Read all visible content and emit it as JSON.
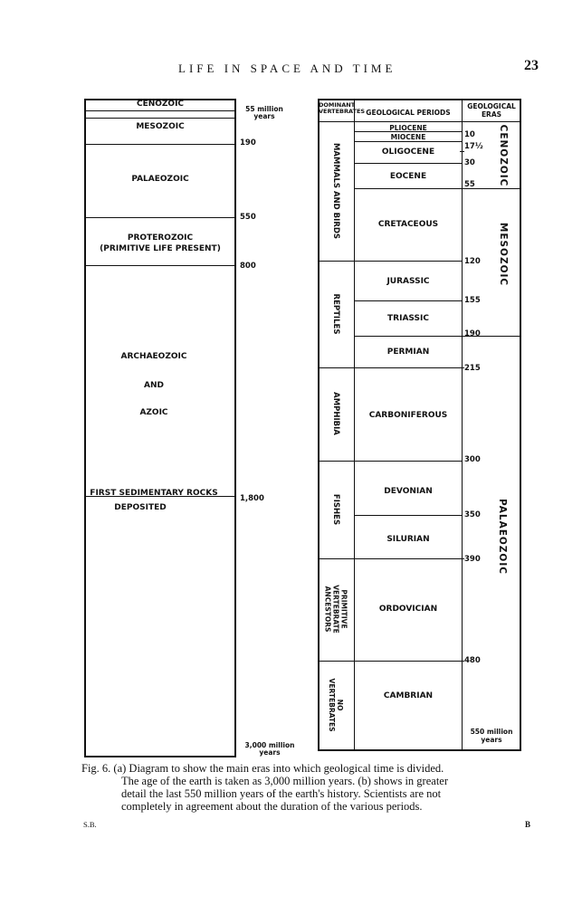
{
  "page": {
    "running_head": "LIFE IN SPACE AND TIME",
    "page_number": "23",
    "footer_left": "S.B.",
    "footer_right": "B"
  },
  "diagram_a": {
    "top_label": "55 million years",
    "eras": [
      {
        "name": "CENOZOIC"
      },
      {
        "name": "MESOZOIC"
      },
      {
        "name": "PALAEOZOIC"
      },
      {
        "name": "PROTEROZOIC",
        "note": "(PRIMITIVE LIFE PRESENT)"
      },
      {
        "name": "ARCHAEOZOIC",
        "and": "AND",
        "name2": "AZOIC"
      }
    ],
    "rocks_label": "FIRST SEDIMENTARY ROCKS",
    "rocks_label2": "DEPOSITED",
    "marks": [
      "190",
      "550",
      "800",
      "1,800"
    ],
    "bottom_label": "3,000 million years"
  },
  "diagram_b": {
    "headers": {
      "vertebrates": "DOMINANT VERTEBRATES",
      "periods": "GEOLOGICAL PERIODS",
      "eras": "GEOLOGICAL ERAS"
    },
    "vertebrates": [
      "MAMMALS AND BIRDS",
      "REPTILES",
      "AMPHIBIA",
      "FISHES",
      "PRIMITIVE VERTEBRATE ANCESTORS",
      "NO VERTEBRATES"
    ],
    "periods": [
      "PLIOCENE",
      "MIOCENE",
      "OLIGOCENE",
      "EOCENE",
      "CRETACEOUS",
      "JURASSIC",
      "TRIASSIC",
      "PERMIAN",
      "CARBONIFEROUS",
      "DEVONIAN",
      "SILURIAN",
      "ORDOVICIAN",
      "CAMBRIAN"
    ],
    "eras": [
      "CENOZOIC",
      "MESOZOIC",
      "PALAEOZOIC"
    ],
    "ages": [
      "10",
      "17½",
      "30",
      "55",
      "120",
      "155",
      "190",
      "215",
      "300",
      "350",
      "390",
      "480"
    ],
    "bottom_label": "550 million years"
  },
  "caption": {
    "line1": "Fig. 6.  (a) Diagram to show the main eras into which geological time is divided.",
    "line2": "The age of the earth is taken as 3,000 million years.  (b) shows in greater",
    "line3": "detail the last 550 million years of the earth's history.  Scientists are not",
    "line4": "completely in agreement about the duration of the various periods."
  }
}
